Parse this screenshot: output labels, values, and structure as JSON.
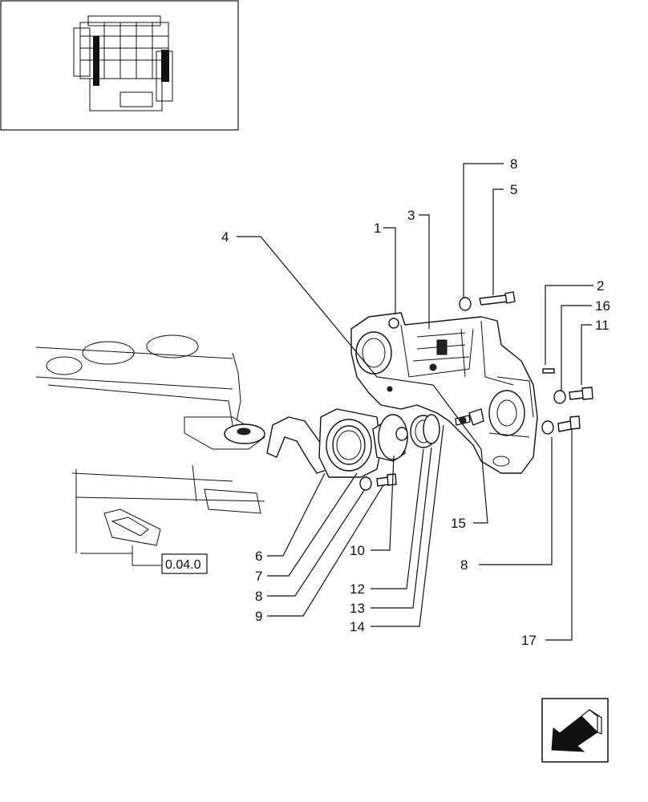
{
  "diagram": {
    "reference_box": "0.04.0",
    "callouts": [
      "8",
      "5",
      "1",
      "3",
      "4",
      "2",
      "16",
      "11",
      "6",
      "7",
      "8",
      "9",
      "10",
      "12",
      "13",
      "14",
      "15",
      "8",
      "17"
    ]
  },
  "icons": {
    "thumbnail": "engine-thumbnail-icon",
    "nav_arrow": "back-arrow-icon"
  }
}
